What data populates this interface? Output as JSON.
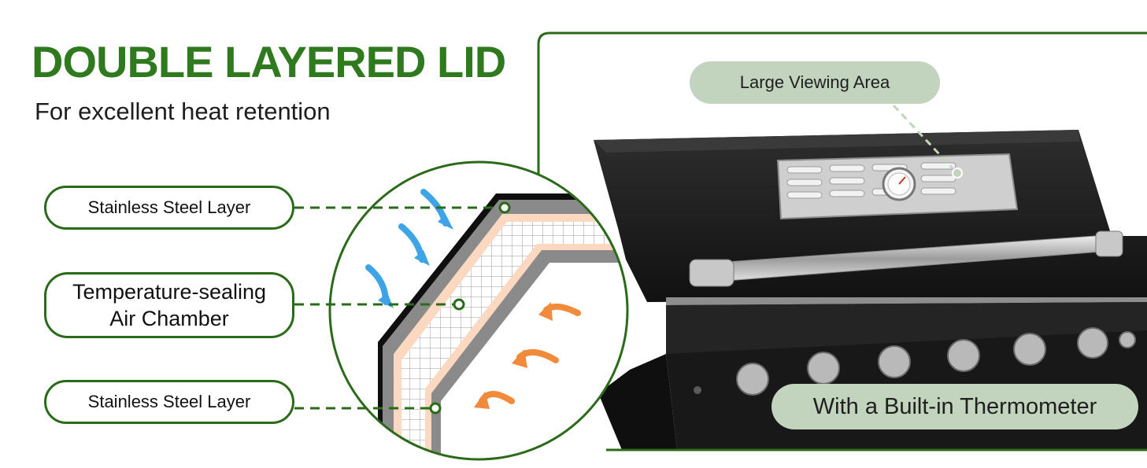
{
  "headline": "DOUBLE LAYERED LID",
  "subheadline": "For excellent heat retention",
  "layers": [
    {
      "label": "Stainless Steel Layer"
    },
    {
      "label": "Temperature-sealing\nAir Chamber"
    },
    {
      "label": "Stainless Steel Layer"
    }
  ],
  "callouts": {
    "viewing_area": "Large Viewing Area",
    "thermometer": "With a Built-in Thermometer"
  },
  "colors": {
    "brand_green": "#2f7a1e",
    "outline_green": "#2a6a18",
    "callout_fill": "#c2d4bd",
    "cold_arrow": "#3fa3e8",
    "heat_arrow": "#f28a3c"
  },
  "icons": [
    "cold-air-arrow-icon",
    "heat-arrow-icon",
    "thermometer-icon"
  ]
}
